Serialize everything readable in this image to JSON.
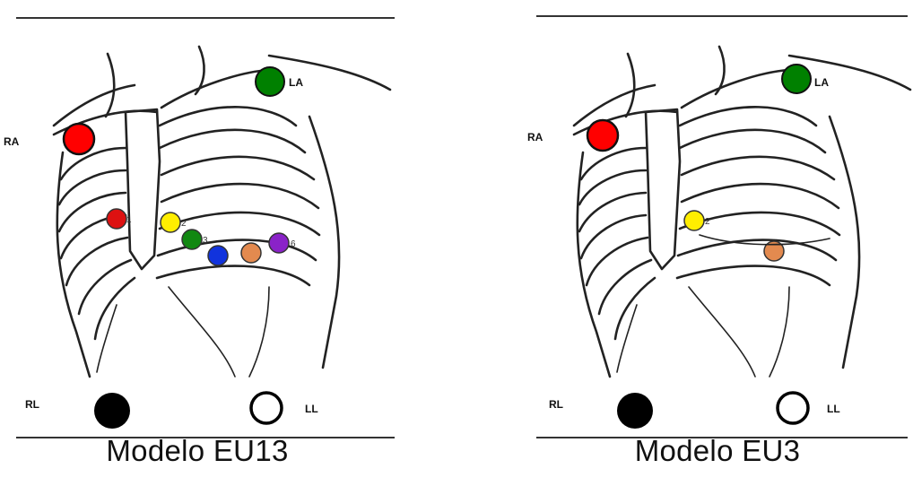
{
  "panels": [
    {
      "caption": "Modelo EU13",
      "labels": {
        "ra": "RA",
        "la": "LA",
        "rl": "RL",
        "ll": "LL"
      },
      "electrodes": [
        {
          "id": "RA",
          "color": "#ff0000"
        },
        {
          "id": "LA",
          "color": "#008000"
        },
        {
          "id": "RL",
          "color": "#000000"
        },
        {
          "id": "LL",
          "color": "#ffffff"
        },
        {
          "id": "V1",
          "color": "#dd1111"
        },
        {
          "id": "V2",
          "color": "#ffee00"
        },
        {
          "id": "V3",
          "color": "#118811"
        },
        {
          "id": "V4",
          "color": "#1133dd"
        },
        {
          "id": "V5",
          "color": "#e38a4f"
        },
        {
          "id": "V6",
          "color": "#8a22c8"
        }
      ]
    },
    {
      "caption": "Modelo EU3",
      "labels": {
        "ra": "RA",
        "la": "LA",
        "rl": "RL",
        "ll": "LL"
      },
      "electrodes": [
        {
          "id": "RA",
          "color": "#ff0000"
        },
        {
          "id": "LA",
          "color": "#008000"
        },
        {
          "id": "RL",
          "color": "#000000"
        },
        {
          "id": "LL",
          "color": "#ffffff"
        },
        {
          "id": "V2",
          "color": "#ffee00"
        },
        {
          "id": "V5",
          "color": "#e38a4f"
        }
      ]
    }
  ]
}
